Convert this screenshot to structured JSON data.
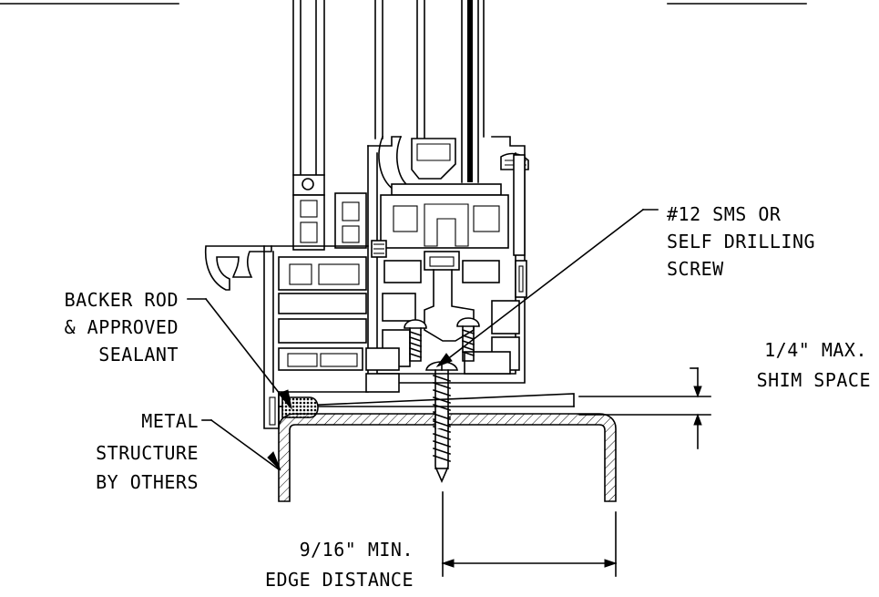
{
  "labels": {
    "screw": [
      "#12 SMS OR",
      "SELF DRILLING",
      "SCREW"
    ],
    "backer": [
      "BACKER ROD",
      "& APPROVED",
      "SEALANT"
    ],
    "shim": [
      "1/4\" MAX.",
      "SHIM SPACE"
    ],
    "metal": [
      "METAL",
      "STRUCTURE",
      "BY OTHERS"
    ],
    "edge": [
      "9/16\" MIN.",
      "EDGE DISTANCE"
    ]
  }
}
